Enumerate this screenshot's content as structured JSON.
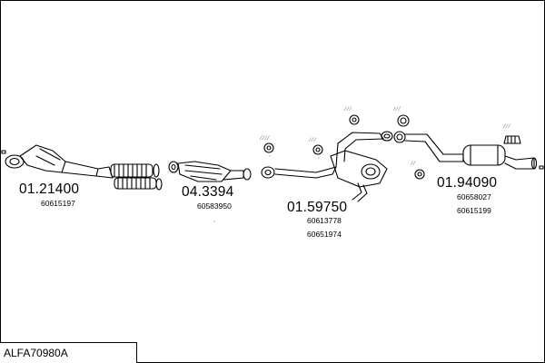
{
  "diagram": {
    "title": "ALFA70980A",
    "groups": [
      {
        "code": "01.21400",
        "oe": [
          "60615197"
        ]
      },
      {
        "code": "04.3394",
        "oe": [
          "60583950"
        ]
      },
      {
        "code": "01.59750",
        "oe": [
          "60613778",
          "60651974"
        ]
      },
      {
        "code": "01.94090",
        "oe": [
          "60658027",
          "60615199"
        ]
      }
    ]
  }
}
